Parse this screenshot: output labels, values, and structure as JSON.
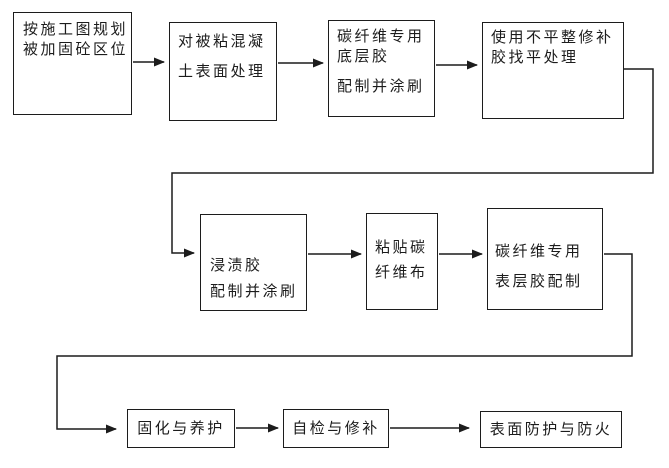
{
  "diagram": {
    "type": "flowchart",
    "background_color": "#ffffff",
    "line_color": "#1c1c1c",
    "text_color": "#1c1c1c",
    "boxes": [
      {
        "name": "plan-reinforced-zones",
        "lines": [
          "按施工图规划",
          "被加固砼区位"
        ]
      },
      {
        "name": "concrete-surface-treatment",
        "lines": [
          "对被粘混凝",
          "土表面处理"
        ]
      },
      {
        "name": "primer-adhesive",
        "lines": [
          "碳纤维专用",
          "底层胶",
          "配制并涂刷"
        ]
      },
      {
        "name": "leveling-repair-adhesive",
        "lines": [
          "使用不平整修补",
          "胶找平处理"
        ]
      },
      {
        "name": "impregnating-adhesive",
        "lines": [
          "浸渍胶",
          "配制并涂刷"
        ]
      },
      {
        "name": "paste-carbon-fiber-cloth",
        "lines": [
          "粘贴碳",
          "纤维布"
        ]
      },
      {
        "name": "top-coat-adhesive",
        "lines": [
          "碳纤维专用",
          "表层胶配制"
        ]
      },
      {
        "name": "curing-maintenance",
        "lines": [
          "固化与养护"
        ]
      },
      {
        "name": "self-inspection-repair",
        "lines": [
          "自检与修补"
        ]
      },
      {
        "name": "surface-fire-protection",
        "lines": [
          "表面防护与防火"
        ]
      }
    ],
    "flow": [
      "plan-reinforced-zones → concrete-surface-treatment → primer-adhesive → leveling-repair-adhesive",
      "leveling-repair-adhesive → impregnating-adhesive → paste-carbon-fiber-cloth → top-coat-adhesive",
      "top-coat-adhesive → curing-maintenance → self-inspection-repair → surface-fire-protection"
    ]
  }
}
